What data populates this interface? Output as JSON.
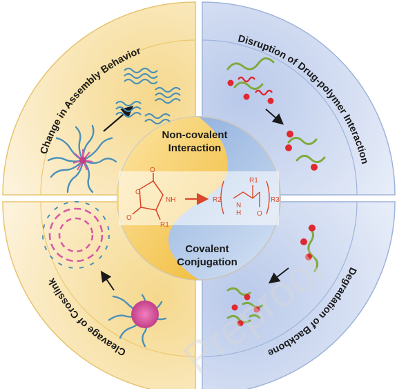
{
  "quadrant_titles": {
    "top_left": "Change in Assembly Behavior",
    "top_right": "Disruption of Drug-polymer Interaction",
    "bottom_right": "Degradation of Backbone",
    "bottom_left": "Cleavage of Crosslink"
  },
  "center": {
    "top_line1": "Non-covalent",
    "top_line2": "Interaction",
    "bottom_line1": "Covalent",
    "bottom_line2": "Conjugation"
  },
  "chemistry": {
    "left": {
      "o_top": "O",
      "o_ring": "O",
      "o_bottom": "O",
      "nh": "NH",
      "r1": "R1"
    },
    "right": {
      "r2": "R2",
      "n": "N",
      "h": "H",
      "r1": "R1",
      "o": "O",
      "r3": "R3"
    }
  },
  "watermark": "Preproof",
  "colors": {
    "left_half": "#fbeccb",
    "left_half_edge": "#f2cf7a",
    "right_half": "#d9e2f4",
    "right_half_edge": "#a9bcdd",
    "center_yellow": "#f3c24c",
    "center_blue": "#a8c1e6",
    "chem_red": "#d8482a",
    "polymer_blue": "#4a90b8",
    "polymer_green": "#7faa3f",
    "core_pink": "#d85aa5",
    "drug_red": "#e0282f"
  }
}
